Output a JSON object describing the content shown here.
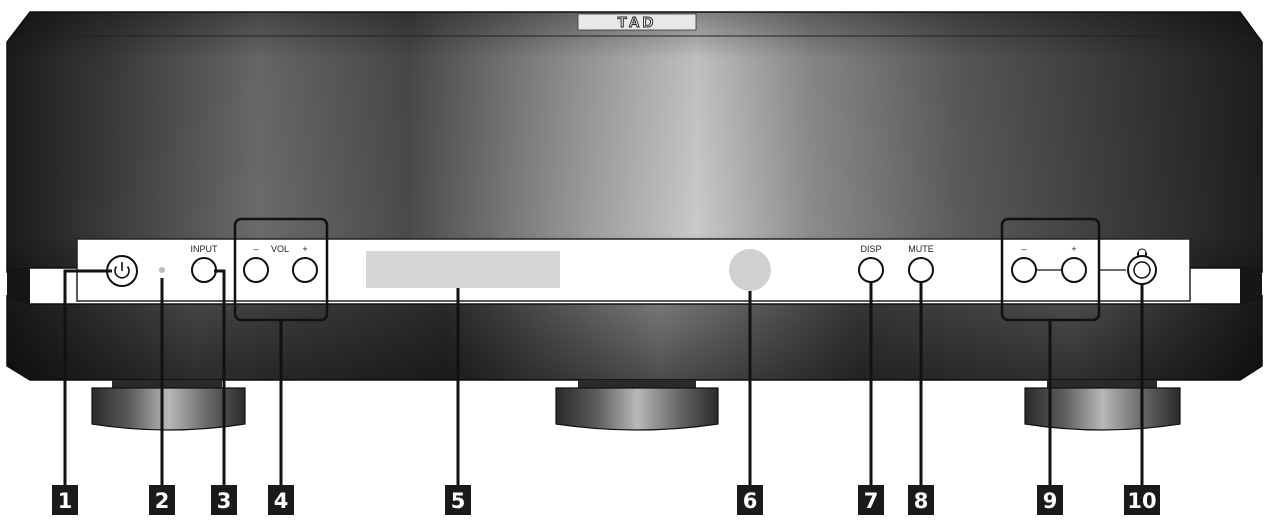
{
  "device": {
    "brand_logo": "TAD"
  },
  "panel_labels": {
    "input": "INPUT",
    "vol": "VOL",
    "vol_minus": "–",
    "vol_plus": "+",
    "disp": "DISP",
    "mute": "MUTE",
    "phones_minus": "–",
    "phones_plus": "+"
  },
  "icons": {
    "power": "power-icon",
    "headphones": "headphones-icon"
  },
  "callouts": [
    "1",
    "2",
    "3",
    "4",
    "5",
    "6",
    "7",
    "8",
    "9",
    "10"
  ],
  "colors": {
    "callout_box": "#1a1a1a",
    "callout_text": "#ffffff",
    "panel": "#ffffff",
    "display_window": "#d6d6d6",
    "ir_sensor": "#d0d0d0"
  }
}
